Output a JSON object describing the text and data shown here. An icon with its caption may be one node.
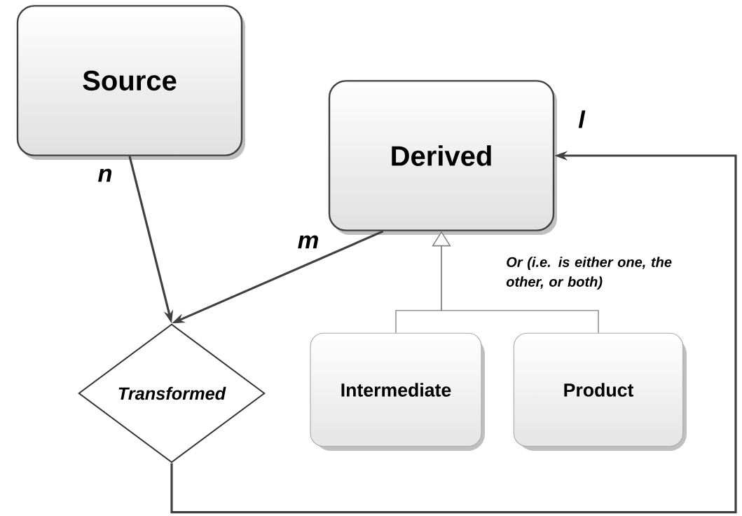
{
  "diagram": {
    "nodes": [
      {
        "text": [
          "Source"
        ]
      },
      {
        "text": [
          "Derived"
        ]
      },
      {
        "text": [
          "Transformed"
        ]
      },
      {
        "text": [
          "Intermediate"
        ]
      },
      {
        "text": [
          "Product"
        ]
      }
    ],
    "edges": [
      {
        "from": 0,
        "to": 2,
        "arrow": "to",
        "label": "n"
      },
      {
        "from": 1,
        "to": 2,
        "arrow": "to",
        "label": "m"
      },
      {
        "from": 2,
        "to": 1,
        "arrow": "to",
        "label": "l"
      },
      {
        "from": 3,
        "to": 1,
        "arrow": "to",
        "color": "#808080"
      },
      {
        "from": 4,
        "to": 1,
        "arrow": "to",
        "color": "#808080"
      }
    ],
    "labels": [
      "Or (i.e. is either one, the other, or both)"
    ]
  }
}
